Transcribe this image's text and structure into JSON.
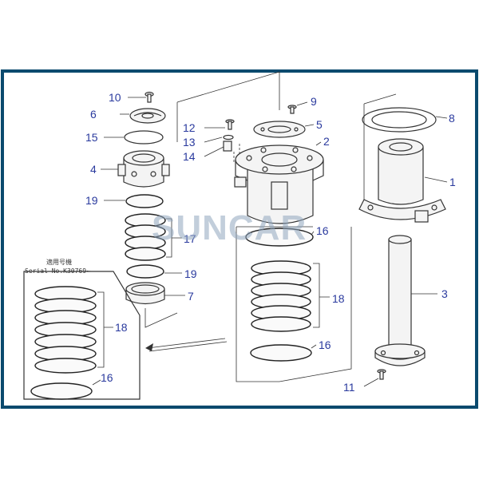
{
  "callouts": {
    "c10": "10",
    "c6": "6",
    "c15": "15",
    "c4": "4",
    "c19a": "19",
    "c17": "17",
    "c19b": "19",
    "c7": "7",
    "c12": "12",
    "c13": "13",
    "c14": "14",
    "c9": "9",
    "c5": "5",
    "c2": "2",
    "c8": "8",
    "c1": "1",
    "c3": "3",
    "c11": "11",
    "c16a": "16",
    "c18a": "18",
    "c16b": "16",
    "c18b": "18",
    "c16c": "16"
  },
  "serial_note": {
    "line1": "適用号機",
    "line2": "Serial No.K30769~"
  },
  "watermark": "SUNCAR",
  "colors": {
    "border": "#0a4a6e",
    "callout": "#2a3a9e",
    "line": "#333333"
  }
}
